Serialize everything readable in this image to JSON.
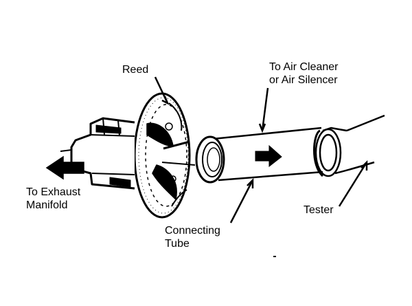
{
  "labels": {
    "reed": "Reed",
    "air_line1": "To Air Cleaner",
    "air_line2": "or Air Silencer",
    "exhaust_line1": "To Exhaust",
    "exhaust_line2": "Manifold",
    "tube_line1": "Connecting",
    "tube_line2": "Tube",
    "tester": "Tester"
  },
  "colors": {
    "ink": "#000000",
    "paper": "#ffffff"
  }
}
